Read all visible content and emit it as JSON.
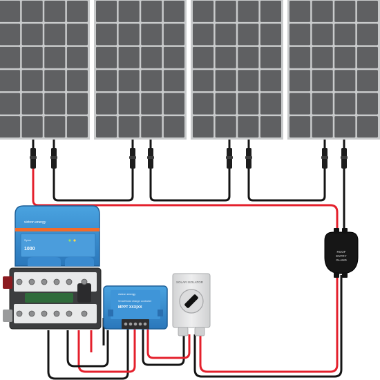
{
  "panels": {
    "count": 4,
    "cell_rows": 6,
    "cell_cols": 4
  },
  "colors": {
    "cell": "#5f6062",
    "panel_frame": "#c9cbcc",
    "wire_red": "#e4202c",
    "wire_black": "#141414",
    "victron_blue": "#2f84c9",
    "enclosure_gray": "#e2e3e4",
    "busbar_dark": "#3c3d3f"
  },
  "inverter_charger": {
    "brand": "victron energy",
    "model": "Syrus",
    "label": "1000"
  },
  "solar_controller": {
    "brand": "victron energy",
    "model_line1": "SmartSolar charge controller",
    "model_line2": "MPPT XXX|XX"
  },
  "isolator": {
    "label": "SOLAR ISOLATOR"
  },
  "roof_gland": {
    "line1": "ROOF",
    "line2": "ENTRY",
    "line3": "GLAND"
  }
}
